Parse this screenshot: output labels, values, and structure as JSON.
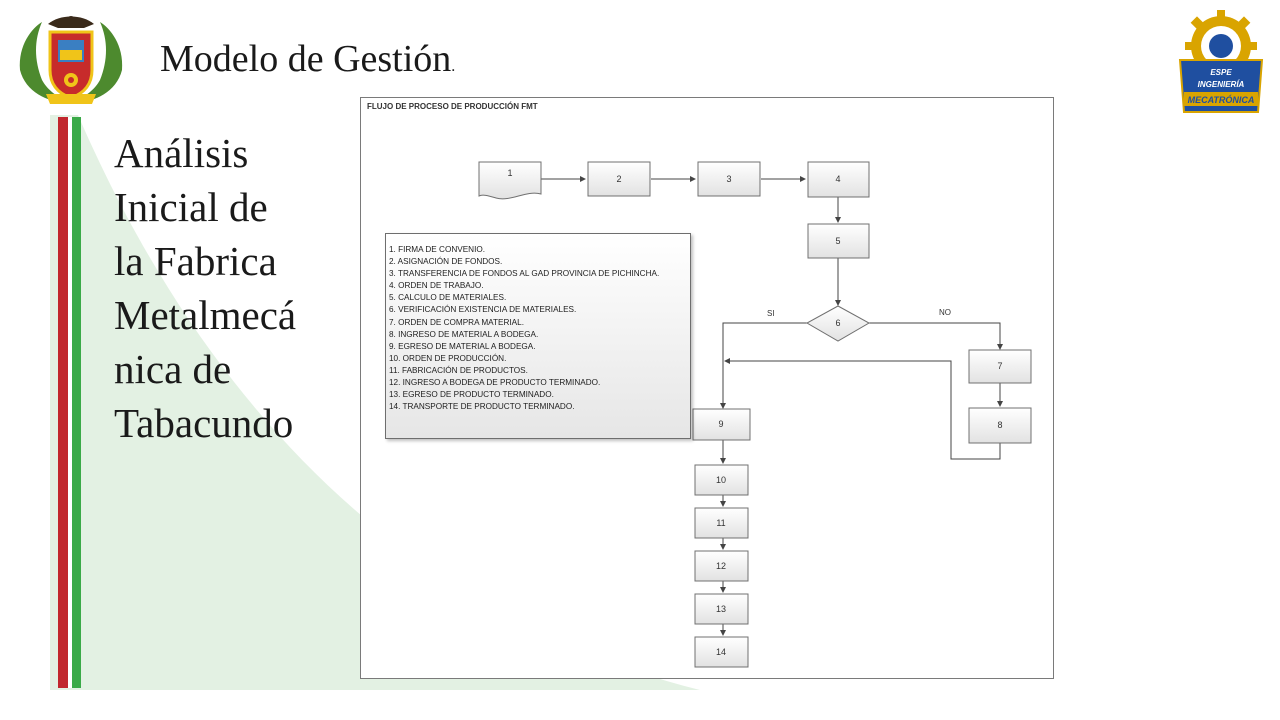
{
  "header": {
    "title": "Modelo de Gestión",
    "title_dot": "."
  },
  "side_title": {
    "lines": [
      "Análisis",
      "Inicial de",
      "la Fabrica",
      "Metalmecá",
      "nica de",
      "Tabacundo"
    ]
  },
  "brand_badge": {
    "line1": "ESPE",
    "line2": "INGENIERÍA",
    "line3": "MECATRÓNICA"
  },
  "diagram": {
    "title": "FLUJO DE PROCESO DE PRODUCCIÓN FMT",
    "nodes": [
      "1",
      "2",
      "3",
      "4",
      "5",
      "6",
      "7",
      "8",
      "9",
      "10",
      "11",
      "12",
      "13",
      "14"
    ],
    "branch_yes": "SI",
    "branch_no": "NO",
    "legend": [
      "1. FIRMA DE CONVENIO.",
      "2. ASIGNACIÓN DE FONDOS.",
      "3. TRANSFERENCIA DE FONDOS AL GAD PROVINCIA DE PICHINCHA.",
      "4. ORDEN DE TRABAJO.",
      "5. CALCULO DE MATERIALES.",
      "6. VERIFICACIÓN EXISTENCIA DE MATERIALES.",
      "7. ORDEN DE COMPRA MATERIAL.",
      "8. INGRESO DE MATERIAL A BODEGA.",
      "9. EGRESO DE MATERIAL A BODEGA.",
      "10. ORDEN DE PRODUCCIÓN.",
      "11. FABRICACIÓN DE PRODUCTOS.",
      "12. INGRESO A BODEGA DE PRODUCTO TERMINADO.",
      "13. EGRESO DE PRODUCTO TERMINADO.",
      "14. TRANSPORTE DE PRODUCTO TERMINADO."
    ]
  },
  "colors": {
    "stripe_red": "#c1272d",
    "stripe_green": "#3aaa48",
    "bg_green": "#e3f1e3",
    "badge_blue": "#1f4fa0",
    "badge_gold": "#d9a400"
  }
}
